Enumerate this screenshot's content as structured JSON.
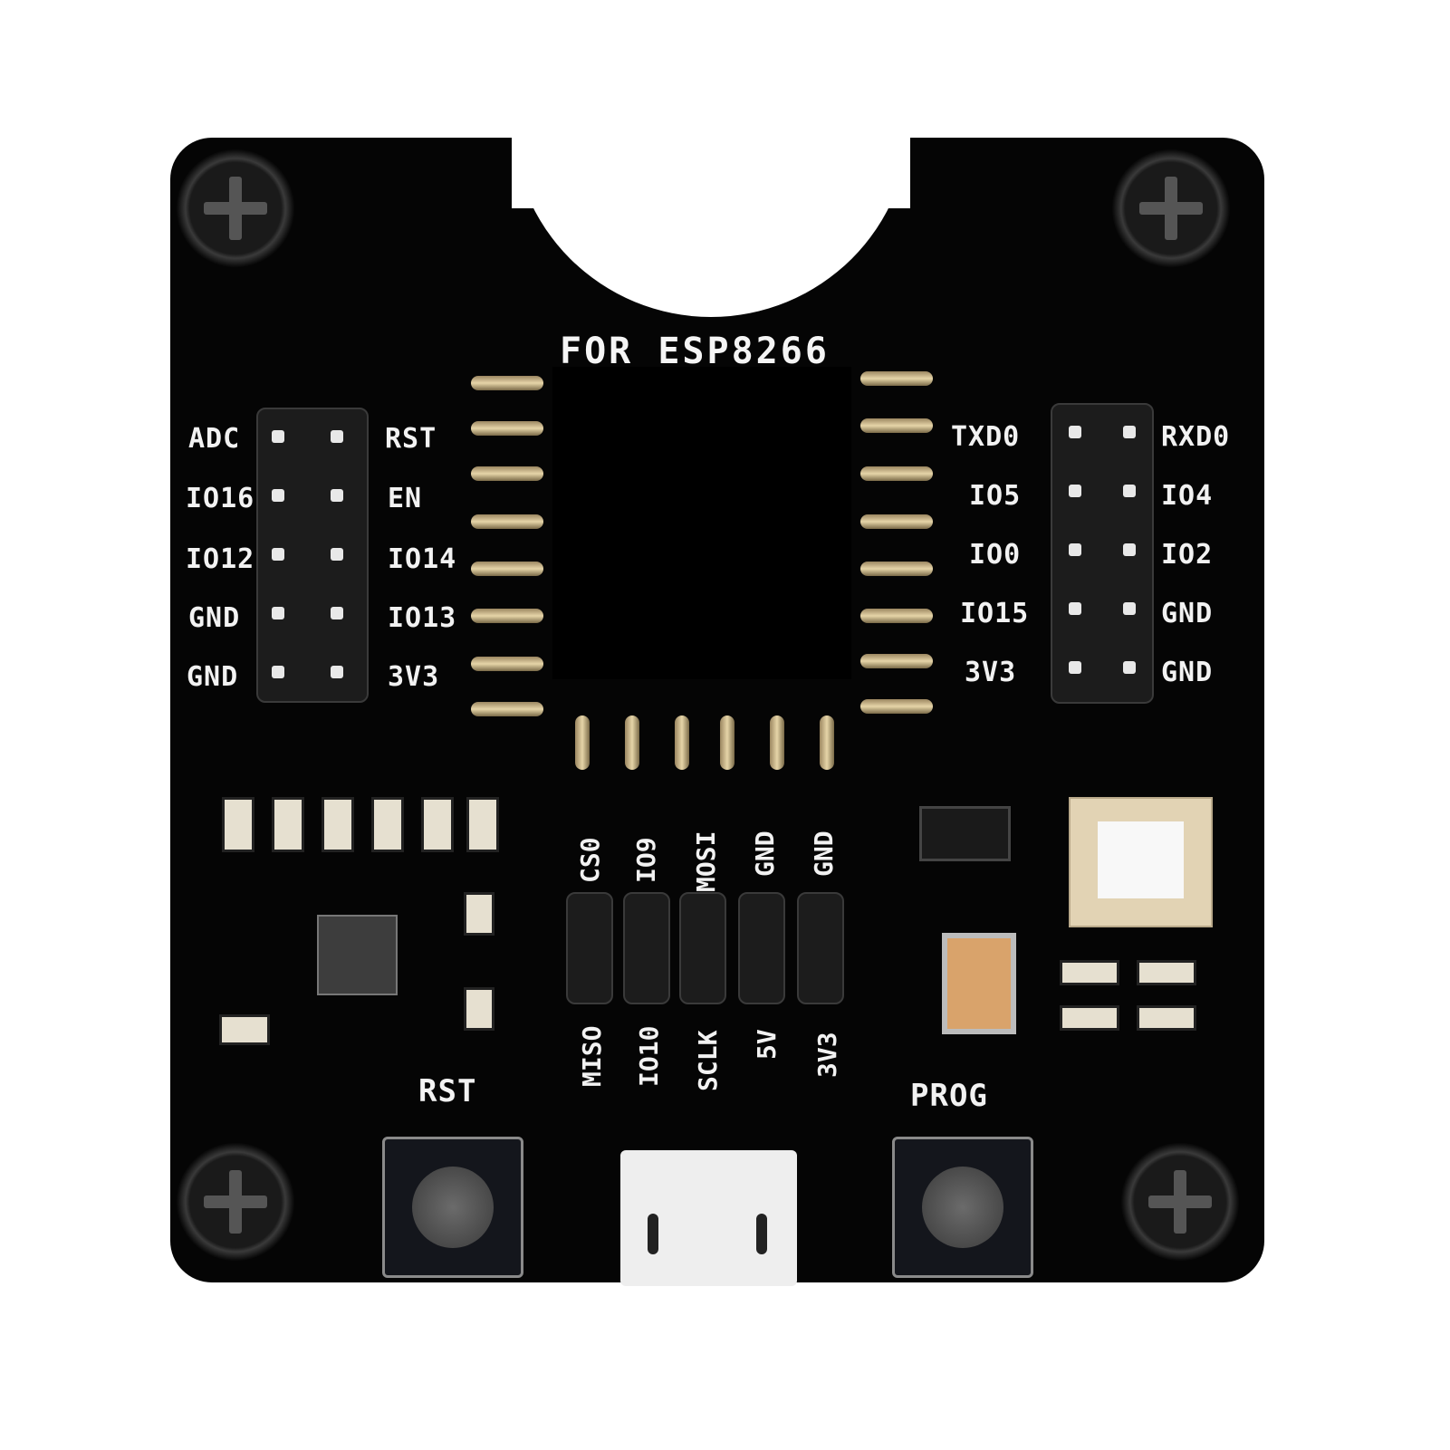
{
  "board": {
    "title": "FOR ESP8266",
    "left_header": {
      "left_labels": [
        "ADC",
        "IO16",
        "IO12",
        "GND",
        "GND"
      ],
      "right_labels": [
        "RST",
        "EN",
        "IO14",
        "IO13",
        "3V3"
      ]
    },
    "right_header": {
      "left_labels": [
        "TXD0",
        "IO5",
        "IO0",
        "IO15",
        "3V3"
      ],
      "right_labels": [
        "RXD0",
        "IO4",
        "IO2",
        "GND",
        "GND"
      ]
    },
    "bottom_header": {
      "top_labels": [
        "CS0",
        "IO9",
        "MOSI",
        "GND",
        "GND"
      ],
      "bottom_labels": [
        "MISO",
        "IO10",
        "SCLK",
        "5V",
        "3V3"
      ]
    },
    "buttons": {
      "reset_label": "RST",
      "program_label": "PROG"
    },
    "colors": {
      "pcb": "#050505",
      "silkscreen": "#f2f2f2",
      "gold_pads": "#e6d5a8",
      "background": "#ffffff"
    }
  }
}
